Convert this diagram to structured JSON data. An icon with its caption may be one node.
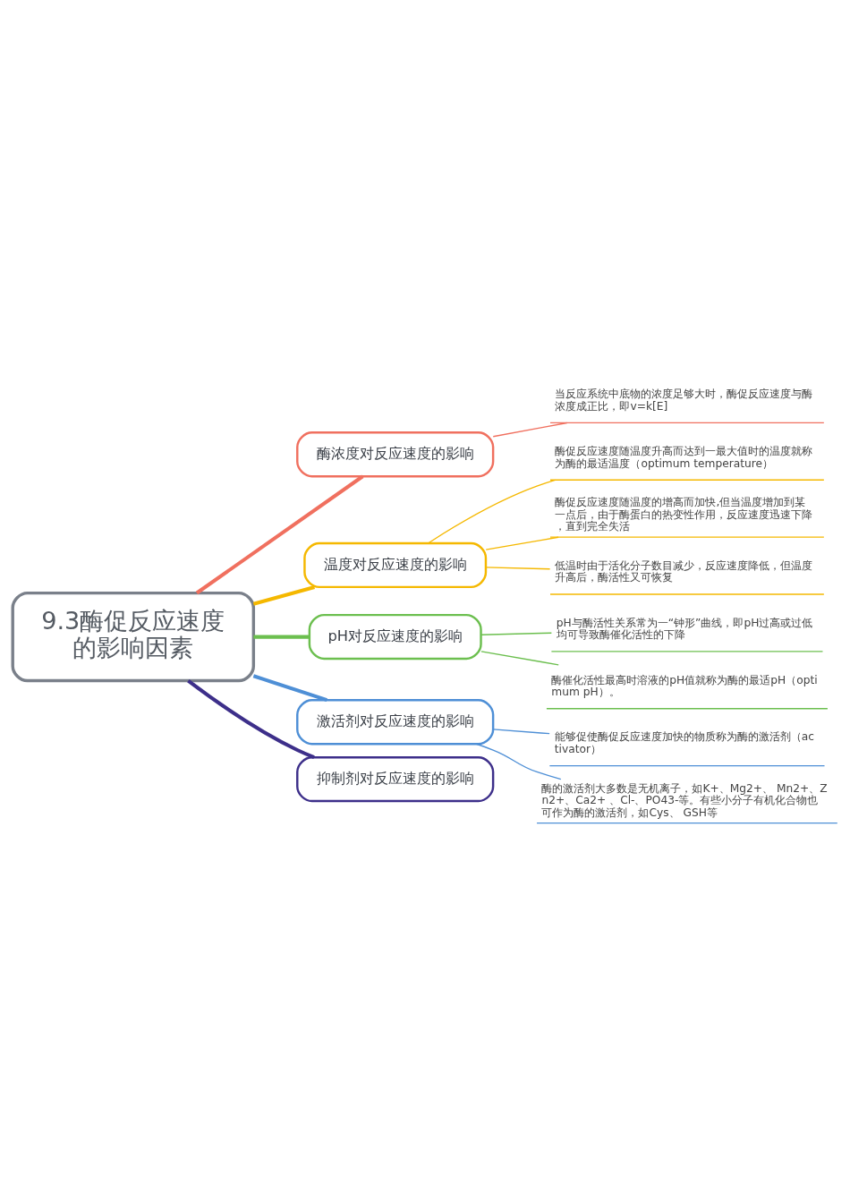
{
  "diagram": {
    "nodes": [
      {
        "text": [
          "9.3酶促反应速度的影响因素"
        ]
      },
      {
        "text": [
          "酶浓度对反应速度的影响"
        ]
      },
      {
        "text": [
          "温度对反应速度的影响"
        ]
      },
      {
        "text": [
          "pH对反应速度的影响"
        ]
      },
      {
        "text": [
          "激活剂对反应速度的影响"
        ]
      },
      {
        "text": [
          "抑制剂对反应速度的影响"
        ]
      },
      {
        "text": [
          "当反应系统中底物的浓度足够大时，酶促反应速度与酶浓度成正比，即v=k[E]"
        ]
      },
      {
        "text": [
          "酶促反应速度随温度升高而达到一最大值时的温度就称为酶的最适温度（optimum temperature）"
        ]
      },
      {
        "text": [
          "酶促反应速度随温度的增高而加快,但当温度增加到某一点后，由于酶蛋白的热变性作用，反应速度迅速下降，直到完全失活"
        ]
      },
      {
        "text": [
          "低温时由于活化分子数目减少，反应速度降低，但温度升高后，酶活性又可恢复"
        ]
      },
      {
        "text": [
          "pH与酶活性关系常为一“钟形”曲线，即pH过高或过低均可导致酶催化活性的下降"
        ]
      },
      {
        "text": [
          "酶催化活性最高时溶液的pH值就称为酶的最适pH（optimum pH）。"
        ]
      },
      {
        "text": [
          "能够促使酶促反应速度加快的物质称为酶的激活剂（activator）"
        ]
      },
      {
        "text": [
          "酶的激活剂大多数是无机离子，如K+、Mg2+、 Mn2+、Zn2+、Ca2+ 、Cl-、PO43-等。有些小分子有机化合物也可作为酶的激活剂，如Cys、 GSH等"
        ]
      }
    ],
    "edges": [
      {
        "from": 0,
        "to": 1,
        "arrow": "none",
        "style": "thick",
        "color": "#f0705f"
      },
      {
        "from": 0,
        "to": 2,
        "arrow": "none",
        "style": "thick",
        "color": "#f5b800"
      },
      {
        "from": 0,
        "to": 3,
        "arrow": "none",
        "style": "thick",
        "color": "#6cbf4f"
      },
      {
        "from": 0,
        "to": 4,
        "arrow": "none",
        "style": "thick",
        "color": "#4e8fd6"
      },
      {
        "from": 0,
        "to": 5,
        "arrow": "none",
        "style": "thick",
        "color": "#3d2f8a"
      },
      {
        "from": 1,
        "to": 6,
        "arrow": "none",
        "color": "#f0705f"
      },
      {
        "from": 2,
        "to": 7,
        "arrow": "none",
        "color": "#f5b800"
      },
      {
        "from": 2,
        "to": 8,
        "arrow": "none",
        "color": "#f5b800"
      },
      {
        "from": 2,
        "to": 9,
        "arrow": "none",
        "color": "#f5b800"
      },
      {
        "from": 3,
        "to": 10,
        "arrow": "none",
        "color": "#6cbf4f"
      },
      {
        "from": 3,
        "to": 11,
        "arrow": "none",
        "color": "#6cbf4f"
      },
      {
        "from": 4,
        "to": 12,
        "arrow": "none",
        "color": "#4e8fd6"
      },
      {
        "from": 4,
        "to": 13,
        "arrow": "none",
        "color": "#4e8fd6"
      }
    ]
  }
}
